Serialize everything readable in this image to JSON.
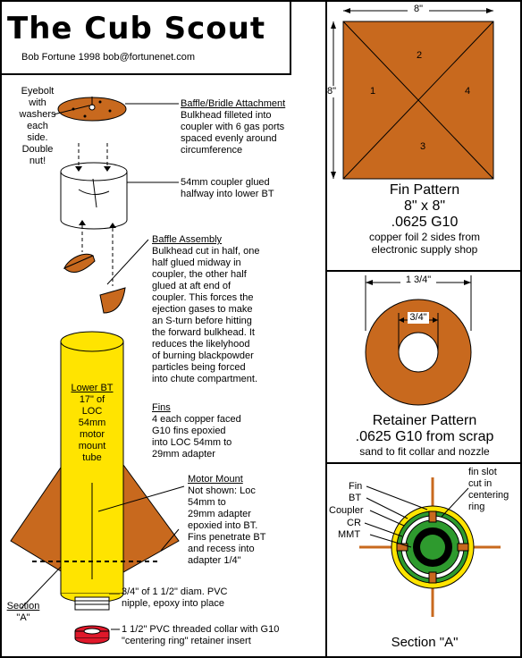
{
  "header": {
    "title": "The Cub Scout",
    "byline": "Bob Fortune 1998  bob@fortunenet.com"
  },
  "left_notes": {
    "eyebolt": [
      "Eyebolt",
      "with",
      "washers",
      "each",
      "side.",
      "Double",
      "nut!"
    ],
    "baffle_bridle": {
      "heading": "Baffle/Bridle Attachment",
      "lines": [
        "Bulkhead filleted into",
        "coupler with 6 gas ports",
        "spaced evenly around",
        "circumference"
      ]
    },
    "coupler": [
      "54mm coupler glued",
      "halfway into lower BT"
    ],
    "baffle_assembly": {
      "heading": "Baffle Assembly",
      "lines": [
        "Bulkhead cut in half, one",
        "half glued midway in",
        "coupler, the other half",
        "glued at aft end of",
        "coupler.  This forces the",
        "ejection gases to make",
        "an S-turn before hitting",
        "the forward bulkhead.  It",
        "reduces the likelyhood",
        "of burning blackpowder",
        "particles being forced",
        "into chute compartment."
      ]
    },
    "fins": {
      "heading": "Fins",
      "lines": [
        "4 each copper faced",
        "G10 fins epoxied",
        "into LOC 54mm to",
        "29mm adapter"
      ]
    },
    "lower_bt": {
      "heading": "Lower BT",
      "lines": [
        "17\" of",
        "LOC",
        "54mm",
        "motor",
        "mount",
        "tube"
      ]
    },
    "motor_mount": {
      "heading": "Motor Mount",
      "lines": [
        "Not shown: Loc",
        "54mm to",
        "29mm adapter",
        "epoxied into BT.",
        "Fins penetrate BT",
        "and recess into",
        "adapter 1/4\""
      ]
    },
    "nipple": [
      "3/4\" of 1 1/2\" diam. PVC",
      "nipple, epoxy into place"
    ],
    "collar": [
      "1 1/2\" PVC threaded collar with G10",
      "\"centering ring\" retainer insert"
    ],
    "section_ref": {
      "heading": "Section",
      "letter": "\"A\""
    }
  },
  "fin_pattern": {
    "width_label": "8\"",
    "height_label": "8\"",
    "numbers": [
      "1",
      "2",
      "3",
      "4"
    ],
    "title": "Fin Pattern",
    "size": "8\" x 8\"",
    "material": ".0625 G10",
    "note": [
      "copper foil 2 sides from",
      "electronic supply shop"
    ]
  },
  "retainer_pattern": {
    "outer_label": "1 3/4\"",
    "inner_label": "3/4\"",
    "title": "Retainer Pattern",
    "material": ".0625 G10 from scrap",
    "note": "sand to fit collar and nozzle"
  },
  "section_a": {
    "labels": [
      "Fin",
      "BT",
      "Coupler",
      "CR",
      "MMT"
    ],
    "fin_slot_note": [
      "fin slot",
      "cut in",
      "centering",
      "ring"
    ],
    "title": "Section \"A\""
  },
  "colors": {
    "fin_orange": "#c8691e",
    "tube_yellow": "#ffe400",
    "green": "#2e9a2e",
    "red": "#e0182a"
  }
}
